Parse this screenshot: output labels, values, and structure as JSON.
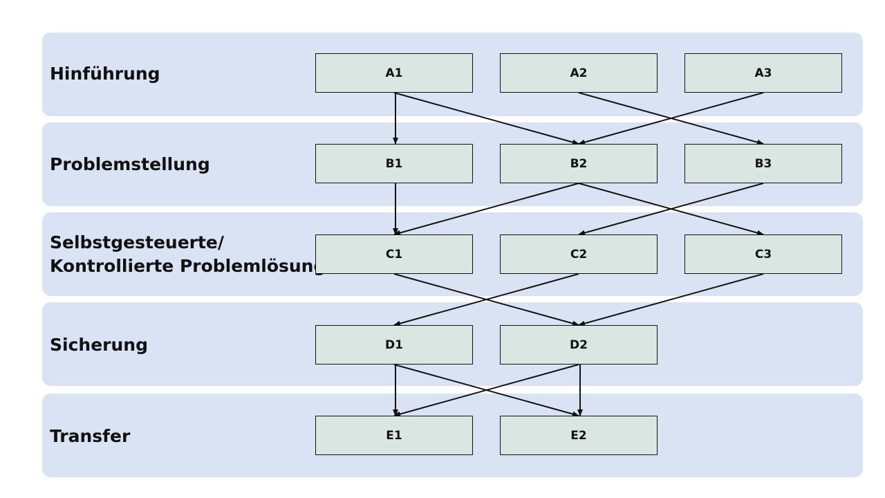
{
  "phases": {
    "hinfuehrung": "Hinführung",
    "problemstellung": "Problemstellung",
    "problemloesung_line1": "Selbstgesteuerte/",
    "problemloesung_line2": "Kontrollierte Problemlösung",
    "sicherung": "Sicherung",
    "transfer": "Transfer"
  },
  "nodes": {
    "A1": "A1",
    "A2": "A2",
    "A3": "A3",
    "B1": "B1",
    "B2": "B2",
    "B3": "B3",
    "C1": "C1",
    "C2": "C2",
    "C3": "C3",
    "D1": "D1",
    "D2": "D2",
    "E1": "E1",
    "E2": "E2"
  },
  "edges": [
    [
      "A1",
      "B1"
    ],
    [
      "A1",
      "B2"
    ],
    [
      "A3",
      "B2"
    ],
    [
      "A2",
      "B3"
    ],
    [
      "B1",
      "C1"
    ],
    [
      "B2",
      "C1"
    ],
    [
      "B3",
      "C2"
    ],
    [
      "B2",
      "C3"
    ],
    [
      "C2",
      "D1"
    ],
    [
      "C1",
      "D2"
    ],
    [
      "C3",
      "D2"
    ],
    [
      "D1",
      "E1"
    ],
    [
      "D2",
      "E1"
    ],
    [
      "D1",
      "E2"
    ],
    [
      "D2",
      "E2"
    ]
  ],
  "colors": {
    "band": "#dae3f3",
    "node": "#d9e6e2",
    "line": "#111111"
  }
}
